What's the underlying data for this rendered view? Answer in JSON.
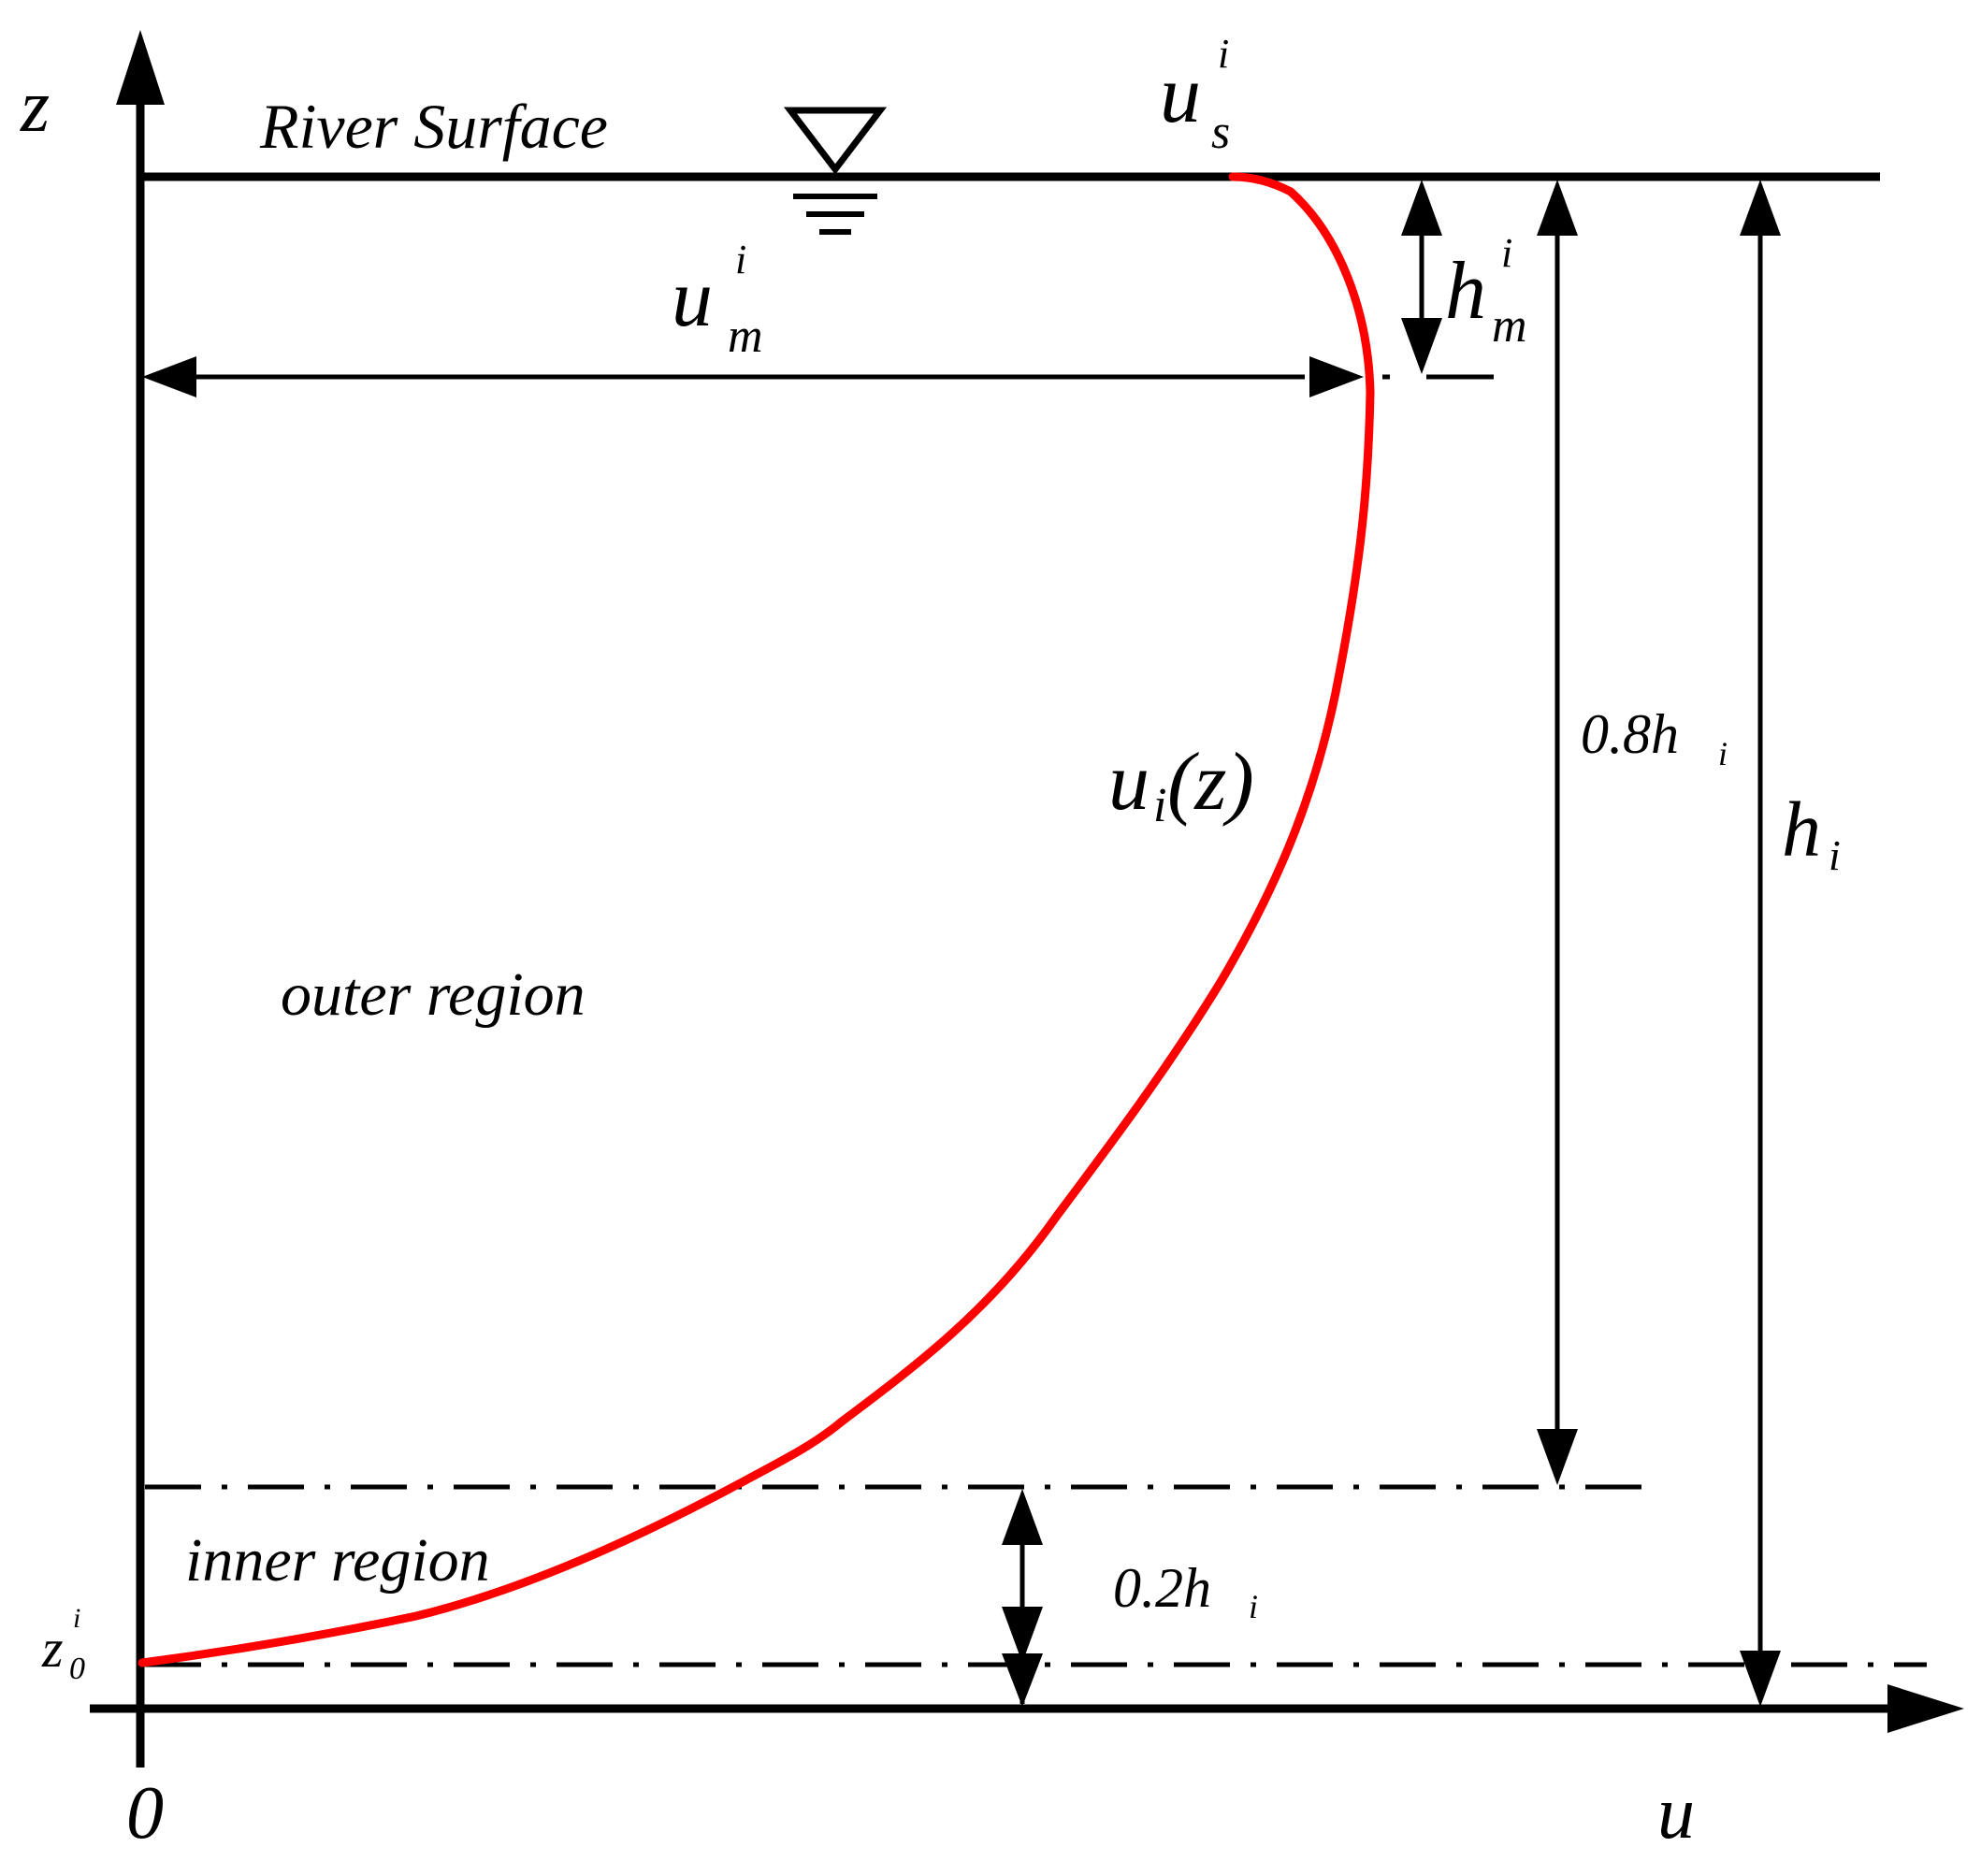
{
  "axes": {
    "y_label": "z",
    "x_label": "u",
    "origin_label": "0"
  },
  "surface": {
    "title": "River Surface"
  },
  "labels": {
    "us_main": "u",
    "us_sup": "i",
    "us_sub": "s",
    "um_main": "u",
    "um_sup": "i",
    "um_sub": "m",
    "hm_main": "h",
    "hm_sup": "i",
    "hm_sub": "m",
    "profile_main": "u",
    "profile_sub": "i",
    "profile_arg": "(z)",
    "outer_region": "outer region",
    "inner_region": "inner region",
    "dim_08_main": "0.8h",
    "dim_08_sub": "i",
    "dim_02_main": "0.2h",
    "dim_02_sub": "i",
    "h_main": "h",
    "h_sub": "i",
    "z0_main": "z",
    "z0_sup": "i",
    "z0_sub": "0"
  },
  "colors": {
    "profile": "#ff0000",
    "lines": "#000000",
    "background": "#ffffff"
  }
}
